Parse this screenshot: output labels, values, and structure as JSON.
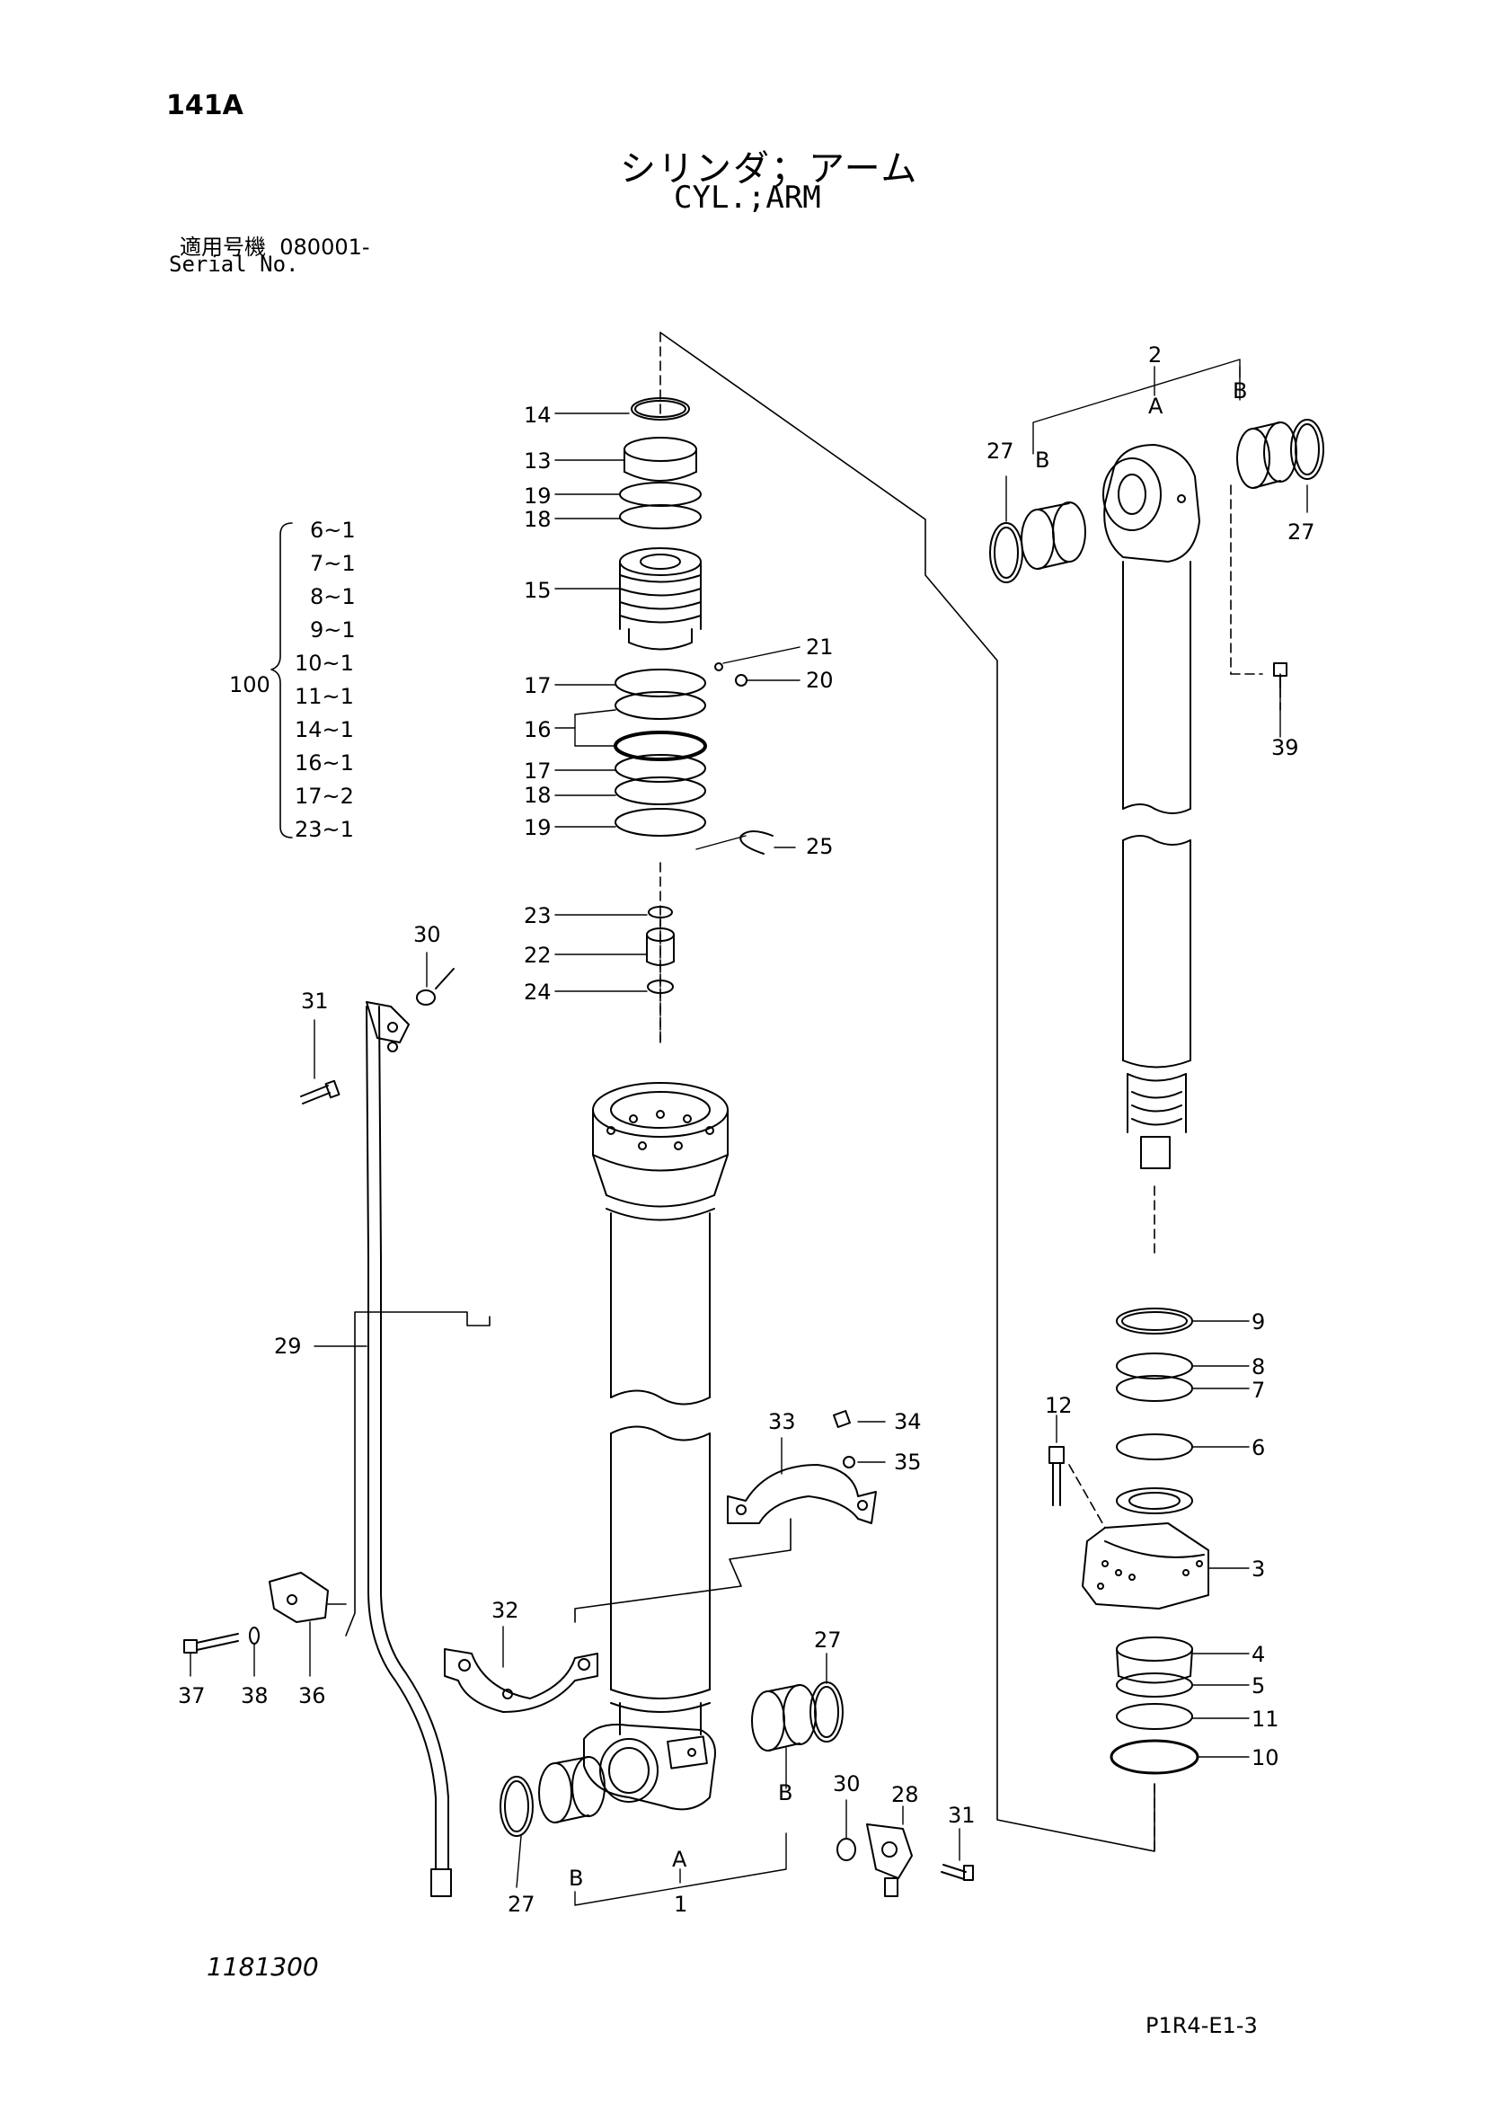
{
  "header": {
    "page_id": "141A",
    "title_jp": "シリンダ；アーム",
    "title_en": "CYL.;ARM",
    "serial_label_jp": "適用号機",
    "serial_value": "080001-",
    "serial_label_en": "Serial No."
  },
  "footer": {
    "doc_number": "1181300",
    "sheet_code": "P1R4-E1-3"
  },
  "kit": {
    "number": "100",
    "items": [
      "6~1",
      "7~1",
      "8~1",
      "9~1",
      "10~1",
      "11~1",
      "14~1",
      "16~1",
      "17~2",
      "23~1"
    ]
  },
  "callouts": [
    {
      "id": "c14",
      "label": "14"
    },
    {
      "id": "c13",
      "label": "13"
    },
    {
      "id": "c19a",
      "label": "19"
    },
    {
      "id": "c18a",
      "label": "18"
    },
    {
      "id": "c15",
      "label": "15"
    },
    {
      "id": "c21",
      "label": "21"
    },
    {
      "id": "c20",
      "label": "20"
    },
    {
      "id": "c17a",
      "label": "17"
    },
    {
      "id": "c16",
      "label": "16"
    },
    {
      "id": "c17b",
      "label": "17"
    },
    {
      "id": "c18b",
      "label": "18"
    },
    {
      "id": "c19b",
      "label": "19"
    },
    {
      "id": "c25",
      "label": "25"
    },
    {
      "id": "c23",
      "label": "23"
    },
    {
      "id": "c22",
      "label": "22"
    },
    {
      "id": "c24",
      "label": "24"
    },
    {
      "id": "c30a",
      "label": "30"
    },
    {
      "id": "c31a",
      "label": "31"
    },
    {
      "id": "c29",
      "label": "29"
    },
    {
      "id": "c33",
      "label": "33"
    },
    {
      "id": "c34",
      "label": "34"
    },
    {
      "id": "c35",
      "label": "35"
    },
    {
      "id": "c32",
      "label": "32"
    },
    {
      "id": "c37",
      "label": "37"
    },
    {
      "id": "c38",
      "label": "38"
    },
    {
      "id": "c36",
      "label": "36"
    },
    {
      "id": "c27a",
      "label": "27"
    },
    {
      "id": "c27b",
      "label": "27"
    },
    {
      "id": "c30b",
      "label": "30"
    },
    {
      "id": "c28",
      "label": "28"
    },
    {
      "id": "c31b",
      "label": "31"
    },
    {
      "id": "c1",
      "label": "1"
    },
    {
      "id": "cA1",
      "label": "A"
    },
    {
      "id": "cB1",
      "label": "B"
    },
    {
      "id": "cB2",
      "label": "B"
    },
    {
      "id": "c2",
      "label": "2"
    },
    {
      "id": "cA2",
      "label": "A"
    },
    {
      "id": "cB3",
      "label": "B"
    },
    {
      "id": "cB4",
      "label": "B"
    },
    {
      "id": "c27c",
      "label": "27"
    },
    {
      "id": "c27d",
      "label": "27"
    },
    {
      "id": "c39",
      "label": "39"
    },
    {
      "id": "c9",
      "label": "9"
    },
    {
      "id": "c8",
      "label": "8"
    },
    {
      "id": "c7",
      "label": "7"
    },
    {
      "id": "c12",
      "label": "12"
    },
    {
      "id": "c6",
      "label": "6"
    },
    {
      "id": "c3",
      "label": "3"
    },
    {
      "id": "c4",
      "label": "4"
    },
    {
      "id": "c5",
      "label": "5"
    },
    {
      "id": "c11",
      "label": "11"
    },
    {
      "id": "c10",
      "label": "10"
    }
  ]
}
